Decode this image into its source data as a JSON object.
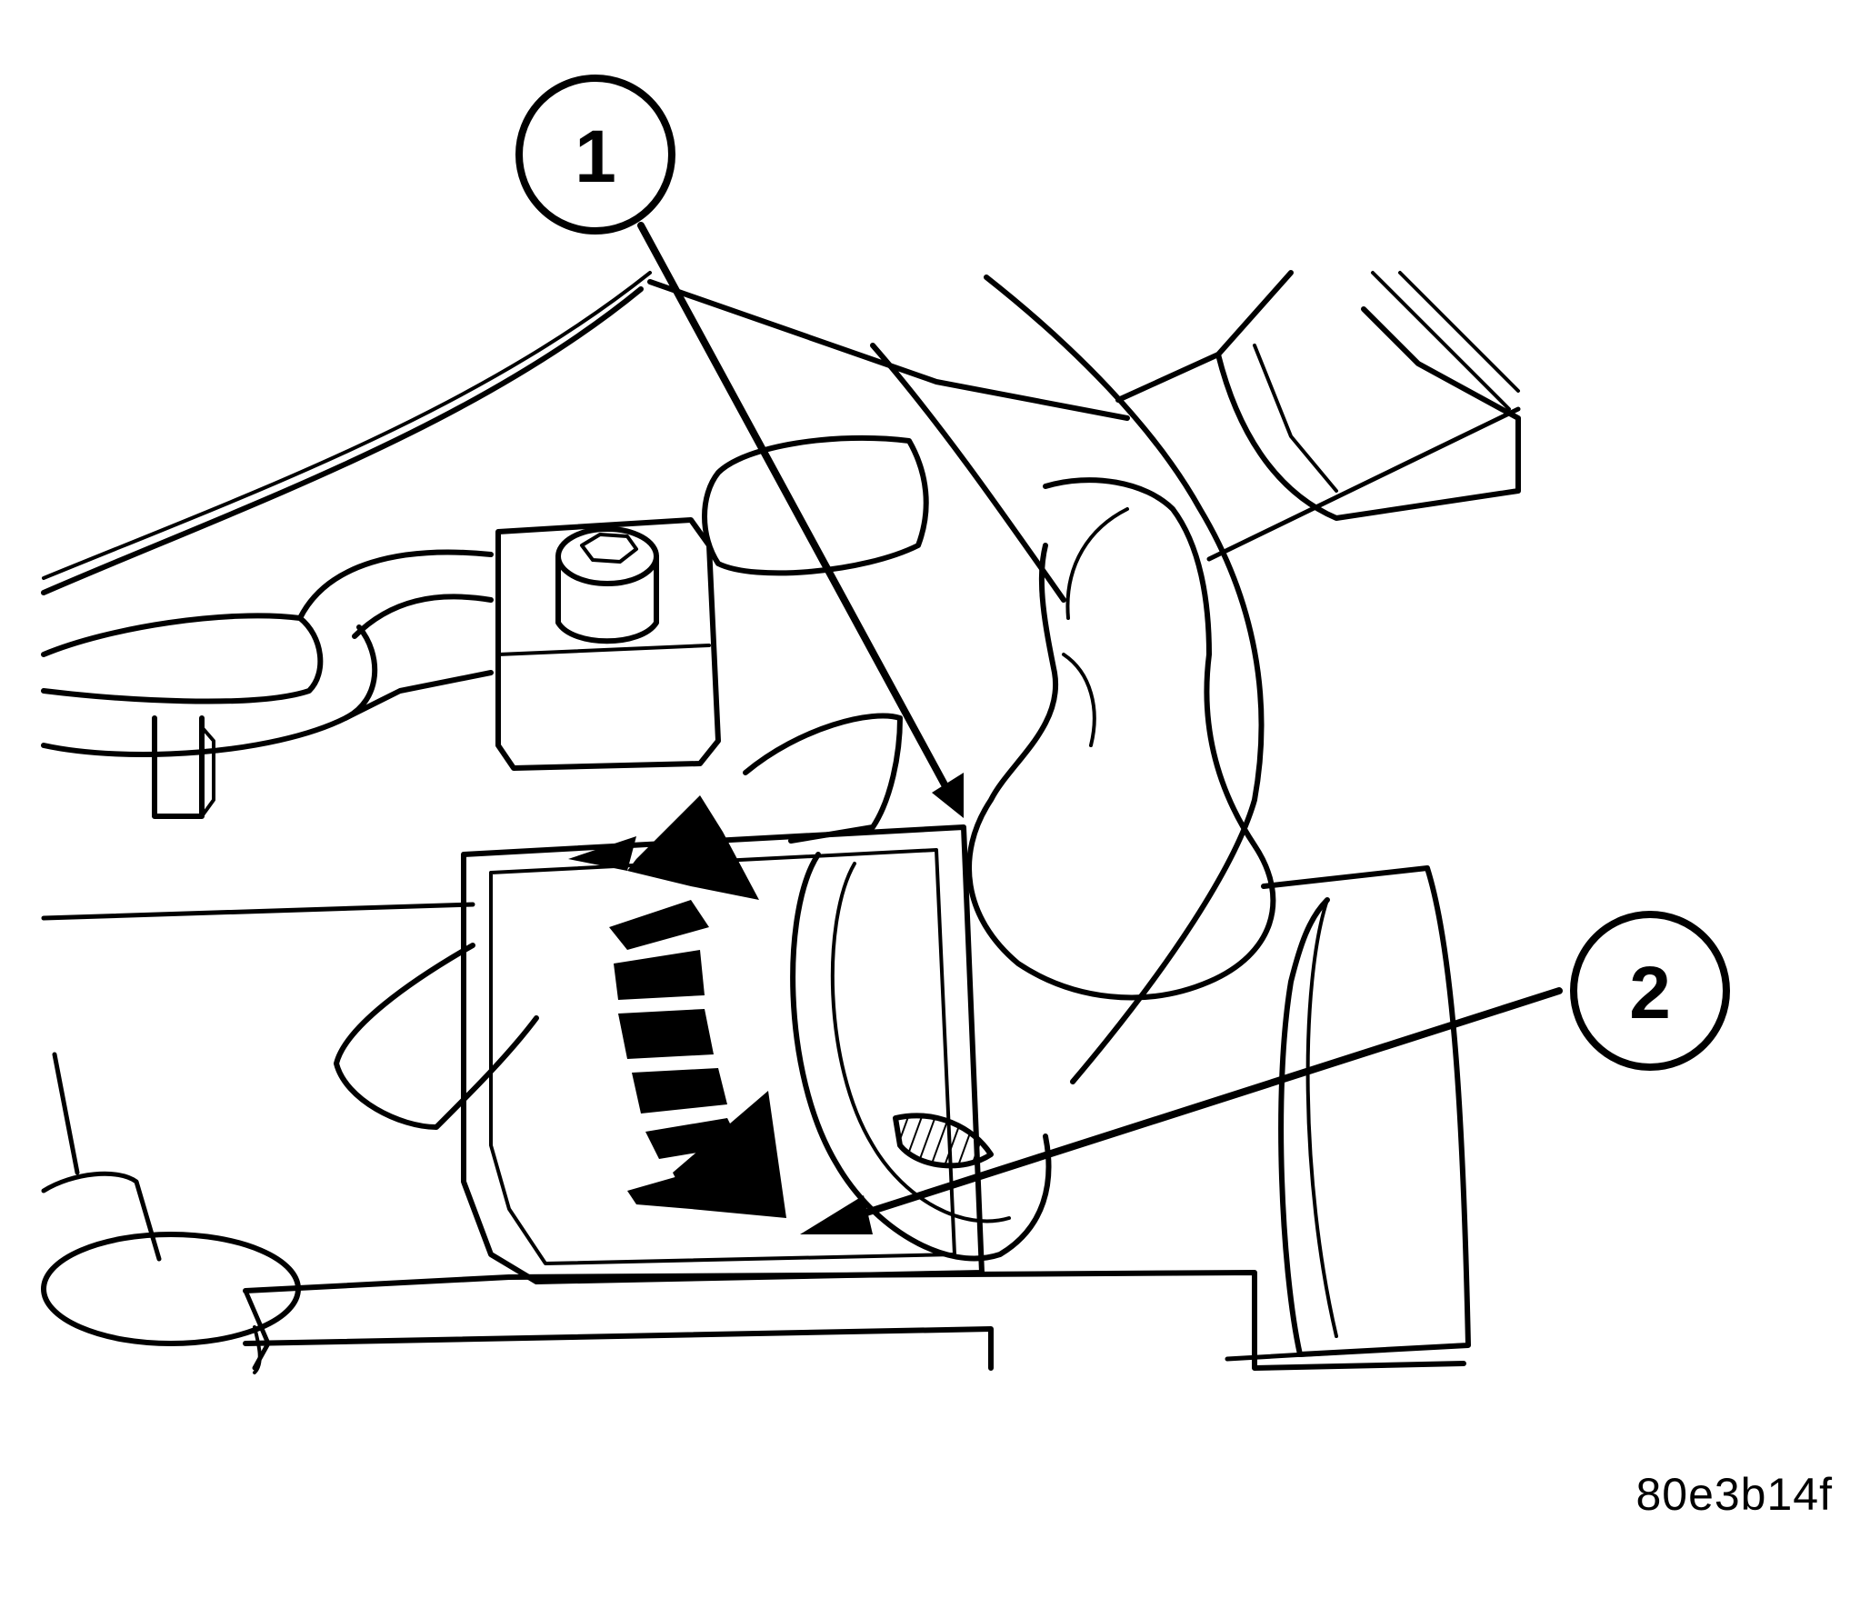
{
  "figure": {
    "id_label": "80e3b14f",
    "callouts": [
      {
        "number": "1"
      },
      {
        "number": "2"
      }
    ]
  },
  "colors": {
    "ink": "#000000",
    "paper": "#ffffff"
  }
}
